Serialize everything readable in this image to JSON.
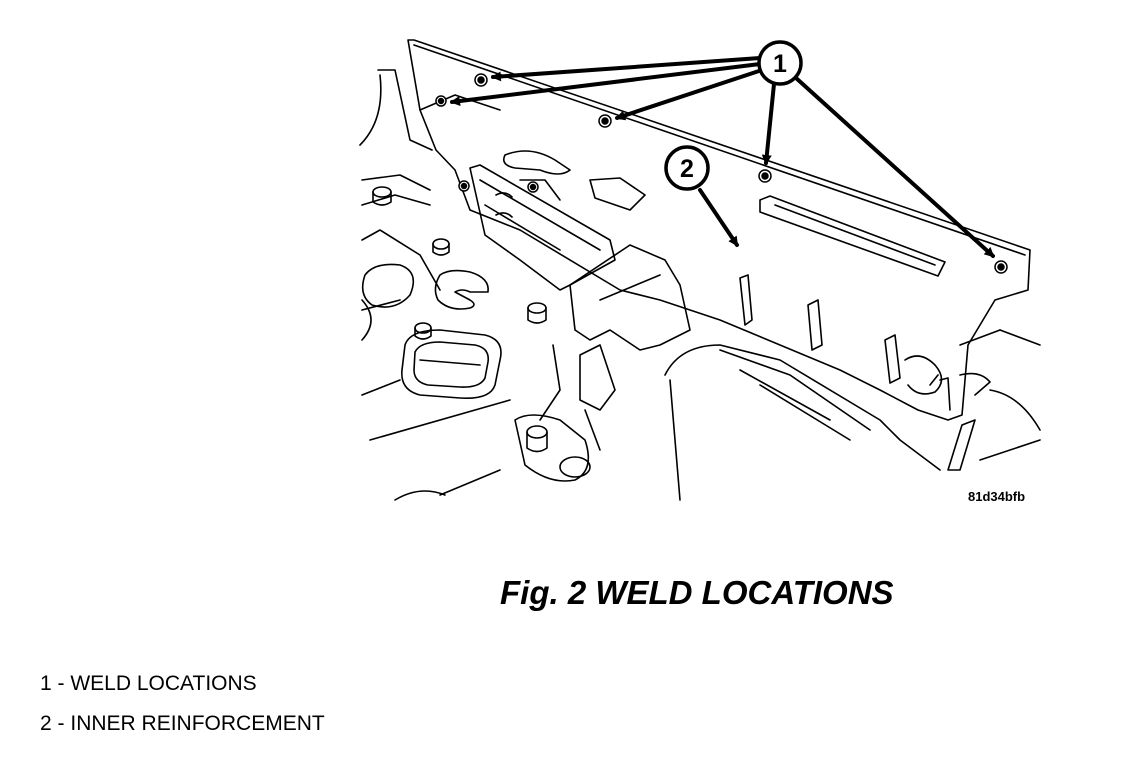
{
  "callouts": [
    {
      "number": "1"
    },
    {
      "number": "2"
    }
  ],
  "image_id": "81d34bfb",
  "caption": {
    "prefix": "Fig. 2",
    "title": "WELD LOCATIONS"
  },
  "legend": [
    {
      "number": "1",
      "separator": " - ",
      "label": "WELD LOCATIONS"
    },
    {
      "number": "2",
      "separator": " - ",
      "label": "INNER REINFORCEMENT"
    }
  ]
}
